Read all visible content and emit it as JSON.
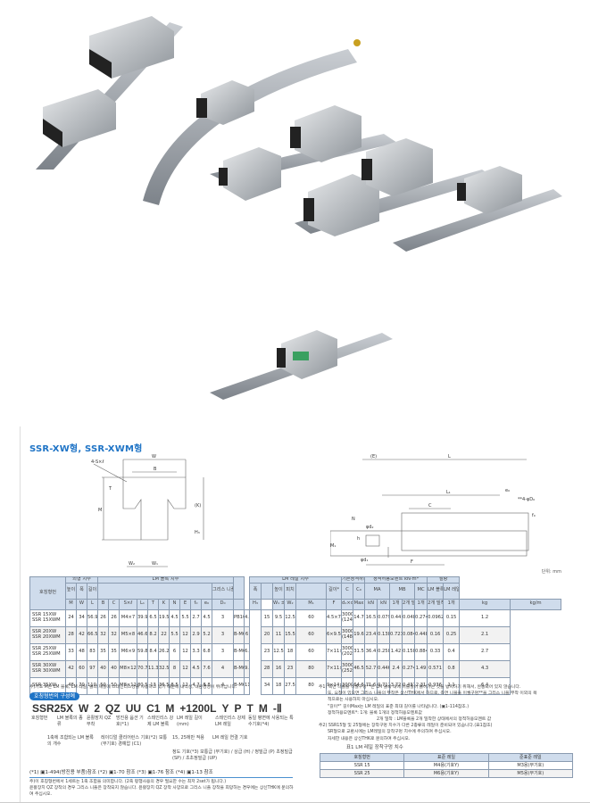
{
  "section_title": "SSR-XW형, SSR-XWM형",
  "unit_label": "단위: mm",
  "diagram_left": {
    "W": "W",
    "B": "B",
    "sl": "4-S×ℓ",
    "T": "T",
    "M": "M",
    "K": "(K)",
    "H3": "H₃",
    "W2": "W₂",
    "W1": "W₁"
  },
  "diagram_right": {
    "E": "(E)",
    "L": "L",
    "L1": "L₁",
    "C": "C",
    "e0": "e₀",
    "D0": "**4-φD₀",
    "f0": "f₀",
    "N": "N",
    "d2": "φd₂",
    "h": "h",
    "M1": "M₁",
    "d1": "φd₁",
    "F": "F"
  },
  "table": {
    "groups": {
      "model": "호칭형번",
      "outer": "외형 치수",
      "block": "LM 블록 치수",
      "rail": "LM 레일 치수",
      "load": "기본정격하중",
      "moment": "정적허용모멘트 kN·m*",
      "mass": "질량"
    },
    "sub": {
      "height": "높이",
      "width": "폭",
      "length": "길이",
      "grease": "그리스 니플",
      "rail_w": "폭",
      "rail_h": "높이",
      "pitch": "피치",
      "rail_len": "길이*",
      "ma": "MA",
      "mb": "MB",
      "mc": "MC",
      "blk": "LM 블록",
      "rail": "LM 레일"
    },
    "symbols": [
      "M",
      "W",
      "L",
      "B",
      "C",
      "S×ℓ",
      "L₁",
      "T",
      "K",
      "N",
      "E",
      "f₀",
      "e₀",
      "D₀",
      "",
      "H₃",
      "W₁ ±0.05",
      "W₂",
      "M₁",
      "F",
      "d₁×d₂×h",
      "Max",
      "kN",
      "kN",
      "1개",
      "2개 밀착",
      "1개",
      "2개 밀착",
      "1개",
      "kg",
      "kg/m"
    ],
    "load_syms": [
      "C",
      "C₀"
    ],
    "rows": [
      {
        "model": [
          "SSR 15XW",
          "SSR 15XWM"
        ],
        "v": [
          "24",
          "34",
          "56.9",
          "26",
          "26",
          "M4×7",
          "39.9",
          "6.5",
          "19.5",
          "4.5",
          "5.5",
          "2.7",
          "4.5",
          "3",
          "PB1021B",
          "4.5",
          "15",
          "9.5",
          "12.5",
          "60",
          "4.5×7.5×5.3",
          "3000 (1240)",
          "14.7",
          "16.5",
          "0.0792",
          "0.44",
          "0.0486",
          "0.274",
          "0.0962",
          "0.15",
          "1.2"
        ]
      },
      {
        "model": [
          "SSR 20XW",
          "SSR 20XWM"
        ],
        "v": [
          "28",
          "42",
          "66.5",
          "32",
          "32",
          "M5×8",
          "46.6",
          "8.2",
          "22",
          "5.5",
          "12",
          "2.9",
          "5.2",
          "3",
          "B-M6F",
          "6",
          "20",
          "11",
          "15.5",
          "60",
          "6×9.5×8.5",
          "3000 (1480)",
          "19.6",
          "23.4",
          "0.138",
          "0.723",
          "0.0847",
          "0.448",
          "0.16",
          "0.25",
          "2.1"
        ]
      },
      {
        "model": [
          "SSR 25XW",
          "SSR 25XWM"
        ],
        "v": [
          "33",
          "48",
          "83",
          "35",
          "35",
          "M6×9",
          "59.8",
          "8.4",
          "26.2",
          "6",
          "12",
          "3.3",
          "6.8",
          "3",
          "B-M6F",
          "6.8",
          "23",
          "12.5",
          "18",
          "60",
          "7×11×9",
          "3000 (2020)",
          "31.5",
          "36.4",
          "0.258",
          "1.42",
          "0.158",
          "0.884",
          "0.33",
          "0.4",
          "2.7"
        ]
      },
      {
        "model": [
          "SSR 30XW",
          "SSR 30XWM"
        ],
        "v": [
          "42",
          "60",
          "97",
          "40",
          "40",
          "M8×12",
          "70.7",
          "11.3",
          "32.5",
          "8",
          "12",
          "4.5",
          "7.6",
          "4",
          "B-M6F",
          "9.5",
          "28",
          "16",
          "23",
          "80",
          "7×11×9",
          "3000 (2520)",
          "46.5",
          "52.7",
          "0.446",
          "2.4",
          "0.274",
          "1.49",
          "0.571",
          "0.8",
          "4.3"
        ]
      },
      {
        "model": [
          "SSR 35XW",
          ""
        ],
        "v": [
          "48",
          "70",
          "110.9",
          "50",
          "50",
          "M8×12",
          "80.5",
          "13",
          "36.5",
          "8.5",
          "12",
          "4.7",
          "8.8",
          "4",
          "B-M6F",
          "11.5",
          "34",
          "18",
          "27.5",
          "80",
          "9×14×12",
          "3000",
          "64.6",
          "71.6",
          "0.711",
          "3.72",
          "0.437",
          "2.31",
          "0.936",
          "1.1",
          "6.4"
        ]
      }
    ]
  },
  "note_left": "주)기호 M은 LM 블록, LM 레일, 볼의 재질에 스테인리스강을 사용하고 있기 때문에 내식성, 내환경성이 뛰어납니다.",
  "config": {
    "badge": "호칭형번의 구성예",
    "code": [
      "SSR25X",
      "W",
      "2",
      "QZ",
      "UU",
      "C1",
      "M",
      "+1200L",
      "Y",
      "P",
      "T",
      "M",
      "-Ⅱ"
    ],
    "labels": {
      "model": "호칭형번",
      "block_type": "LM 블록의 종류",
      "qz": "윤활장치 QZ 부착",
      "seal": "방진용 옵션 기호(*1)",
      "stainless_block": "스테인리스 강제 LM 블록",
      "rail_len": "LM 레일 길이 (mm)",
      "stainless_rail": "스테인리스 강제 LM 레일",
      "special": "동일 평면에 사용되는 특수기호(*4)",
      "count": "1축에 조합되는 LM 블록의 개수",
      "clearance": "레이디얼 클리어런스 기호(*2) 보통 (무기호) 경예압 (C1)",
      "size_note": "15, 25에만 적용",
      "joint": "LM 레일 연결 기호",
      "accuracy": "정도 기호(*3) 보통급 (무기호) / 상급 (H) / 정밀급 (P) 초정밀급 (SP) / 초초정밀급 (UP)"
    },
    "refs": "(*1) ▣1-494(방진용 부품)참조 (*2) ▣1-70 참조 (*3) ▣1-76 참조 (*4) ▣1-13 참조",
    "notes": [
      "주)이 호칭형번에서 1세트는 1축 조합을 의미합니다. (2축 평행사용의 경우 필요한 수는 최저 2set가 됩니다.)",
      "윤활장치 QZ 장착의 경우 그리스 니플은 장착되지 않습니다. 윤활장치 QZ 장착 사양으로 그리스 니플 장착을 희망하는 경우에는 상신THK에 문의하여 주십시오."
    ]
  },
  "notes_right": [
    "주1) 측면 니플을 이퀄구멍**은 LM 블록 내에 이물질이 들어가는 것을 방지하기 위해서, 완통되어 있지 않습니다.",
    "또, 요청이 있으면 그리스 니플의 부착은 상신THK에서 하므로, 측면 니플을 이퀄구멍**을 그리스 니플 부착 이외의 목",
    "적으로는 사용하지 마십시오.",
    "\"길이*\" 길이Max는 LM 레일의 표준 최대 길이를 나타냅니다. (▣1-114참조.)",
    "정적허용모멘트*:    1개: 블록 1개의 정적허용모멘트값",
    "2개 밀착 : LM블록을 2개 밀착한 상태에서의 정적허용모멘트 값",
    "주2) SSR15형 및 25형에는 장착구멍 치수가 다른 2종류의 레일이 준비되어 있습니다.(표1참조)",
    "SR형으로 교환시에는 LM레일의 장착구멍 치수에 주의하여 주십시오.",
    "자세한 내용은 상신THK로 문의하여 주십시오."
  ],
  "table1": {
    "title": "표1  LM 레일 장착구멍 치수",
    "headers": [
      "호칭형번",
      "표준 레일",
      "준표준 레일"
    ],
    "rows": [
      [
        "SSR 15",
        "M4용(기호Y)",
        "M3용(무기호)"
      ],
      [
        "SSR 25",
        "M6용(기호Y)",
        "M5용(무기호)"
      ]
    ]
  },
  "colors": {
    "accent": "#1f74c6",
    "header_bg": "#cfdcec"
  }
}
